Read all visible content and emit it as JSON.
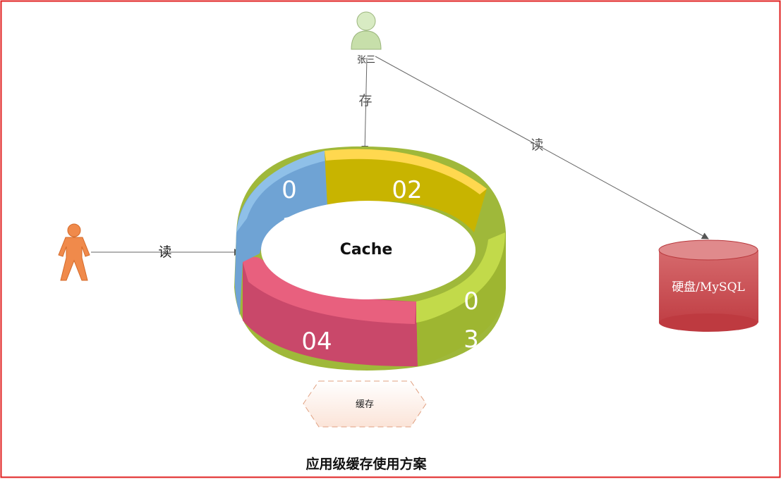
{
  "diagram": {
    "title": "应用级缓存使用方案",
    "user_top": {
      "name": "张三"
    },
    "edges": {
      "store_label": "存",
      "read_db_label": "读",
      "read_cache_label": "读"
    },
    "cache": {
      "center_label": "Cache",
      "segments": [
        {
          "label_line1": "0",
          "label_line2": "1",
          "color": "#6FA3D4"
        },
        {
          "label": "02",
          "color": "#C8B400"
        },
        {
          "label_line1": "0",
          "label_line2": "3",
          "color": "#A5BE3A"
        },
        {
          "label": "04",
          "color": "#D0506A"
        }
      ]
    },
    "database": {
      "label": "硬盘/MySQL",
      "color": "#C9484C"
    },
    "cache_tag": {
      "label": "缓存"
    },
    "colors": {
      "frame": "#E02020",
      "person": "#F08A4B",
      "user_avatar": "#C7DFAA",
      "arrow": "#555555"
    }
  }
}
